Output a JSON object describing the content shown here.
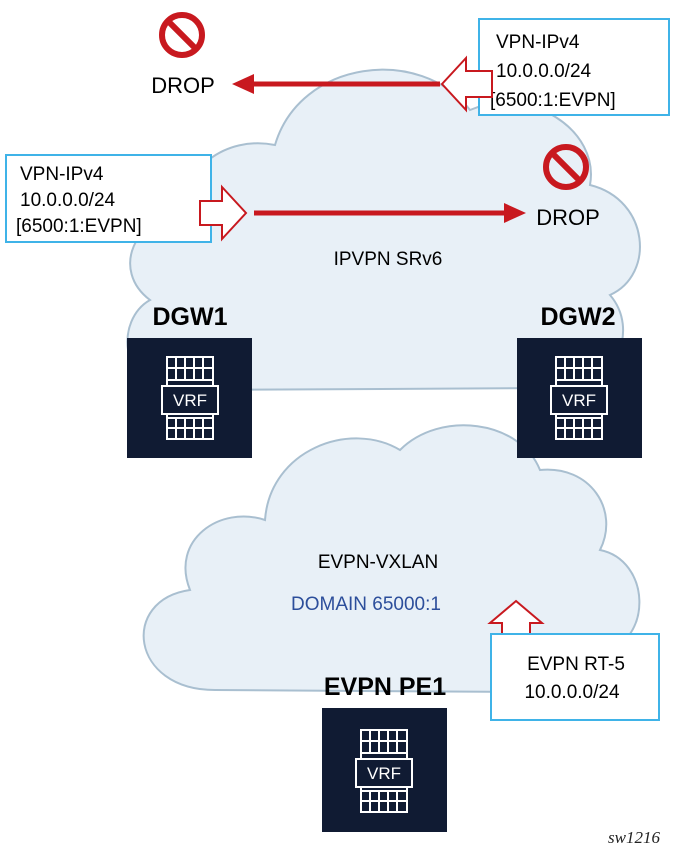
{
  "colors": {
    "cloud_fill": "#e8f0f7",
    "cloud_stroke": "#a9bfd0",
    "router_fill": "#101b33",
    "arrow_red": "#c8191f",
    "callout_border": "#3fb3e8",
    "domain_text": "#2c4e9b",
    "drop_icon": "#c8191f"
  },
  "top_cloud": {
    "label": "IPVPN SRv6"
  },
  "bottom_cloud": {
    "label": "EVPN-VXLAN",
    "domain": "DOMAIN 65000:1"
  },
  "routers": {
    "dgw1": {
      "title": "DGW1",
      "vrf": "VRF"
    },
    "dgw2": {
      "title": "DGW2",
      "vrf": "VRF"
    },
    "pe1": {
      "title": "EVPN PE1",
      "vrf": "VRF"
    }
  },
  "callouts": {
    "top_right": {
      "line1": "VPN-IPv4",
      "line2": "10.0.0.0/24",
      "line3": "[6500:1:EVPN]"
    },
    "left": {
      "line1": "VPN-IPv4",
      "line2": "10.0.0.0/24",
      "line3": "[6500:1:EVPN]"
    },
    "evpn": {
      "line1": "EVPN RT-5",
      "line2": "10.0.0.0/24"
    }
  },
  "drops": {
    "top_left": {
      "label": "DROP",
      "icon": "no-entry-icon"
    },
    "right": {
      "label": "DROP",
      "icon": "no-entry-icon"
    }
  },
  "figure_id": "sw1216"
}
